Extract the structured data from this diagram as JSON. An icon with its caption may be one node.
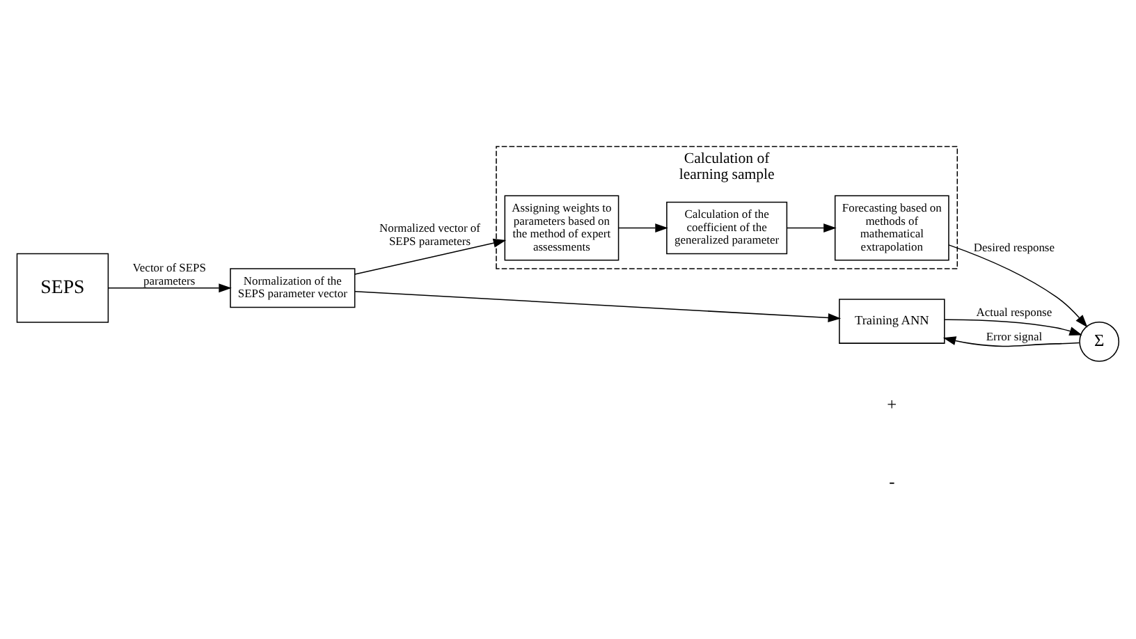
{
  "diagram": {
    "nodes": [
      {
        "text": [
          "SEPS"
        ]
      },
      {
        "text": [
          "Normalization of the SEPS parameter vector"
        ]
      },
      {
        "text": [
          "Calculation of learning sample"
        ]
      },
      {
        "text": [
          "Assigning weights to parameters based on the method of expert assessments"
        ],
        "in": 2
      },
      {
        "text": [
          "Calculation of the coefficient of the generalized parameter"
        ],
        "in": 2
      },
      {
        "text": [
          "Forecasting based on methods of mathematical extrapolation"
        ],
        "in": 2
      },
      {
        "text": [
          "Training ANN"
        ]
      },
      {
        "text": [
          "Σ"
        ]
      }
    ],
    "edges": [
      {
        "from": 0,
        "to": 1,
        "arrow": "to",
        "label": "Vector of SEPS parameters"
      },
      {
        "from": 1,
        "to": 3,
        "arrow": "to",
        "label": "Normalized vector of SEPS parameters"
      },
      {
        "from": 1,
        "to": 6,
        "arrow": "to"
      },
      {
        "from": 3,
        "to": 4,
        "arrow": "to"
      },
      {
        "from": 4,
        "to": 5,
        "arrow": "to"
      },
      {
        "from": 5,
        "to": 7,
        "arrow": "to",
        "label": "Desired response"
      },
      {
        "from": 6,
        "to": 7,
        "arrow": "to",
        "label": "Actual response"
      },
      {
        "from": 7,
        "to": 6,
        "arrow": "to",
        "label": "Error signal"
      }
    ],
    "labels": [
      "+",
      "-"
    ]
  }
}
